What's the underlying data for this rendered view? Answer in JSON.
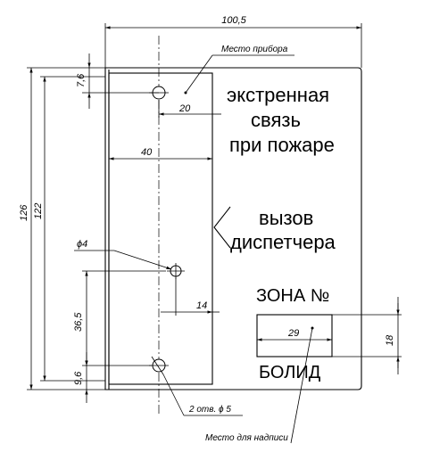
{
  "panel": {
    "line1": "экстренная",
    "line2": "связь",
    "line3": "при пожаре",
    "line4": "вызов",
    "line5": "диспетчера",
    "zone": "ЗОНА №",
    "brand": "БОЛИД"
  },
  "dimensions": {
    "overall_width": "100,5",
    "device_offset": "20",
    "device_width": "40",
    "hole_small": "ϕ4",
    "hole_offset": "14",
    "label_width": "29",
    "label_height": "18",
    "height_total": "126",
    "height_inner": "122",
    "top_offset": "7,6",
    "mid_spacing": "36,5",
    "bottom_offset": "9,6"
  },
  "notes": {
    "device_place": "Место прибора",
    "holes": "2 отв. ϕ 5",
    "label_place": "Место для надписи"
  }
}
